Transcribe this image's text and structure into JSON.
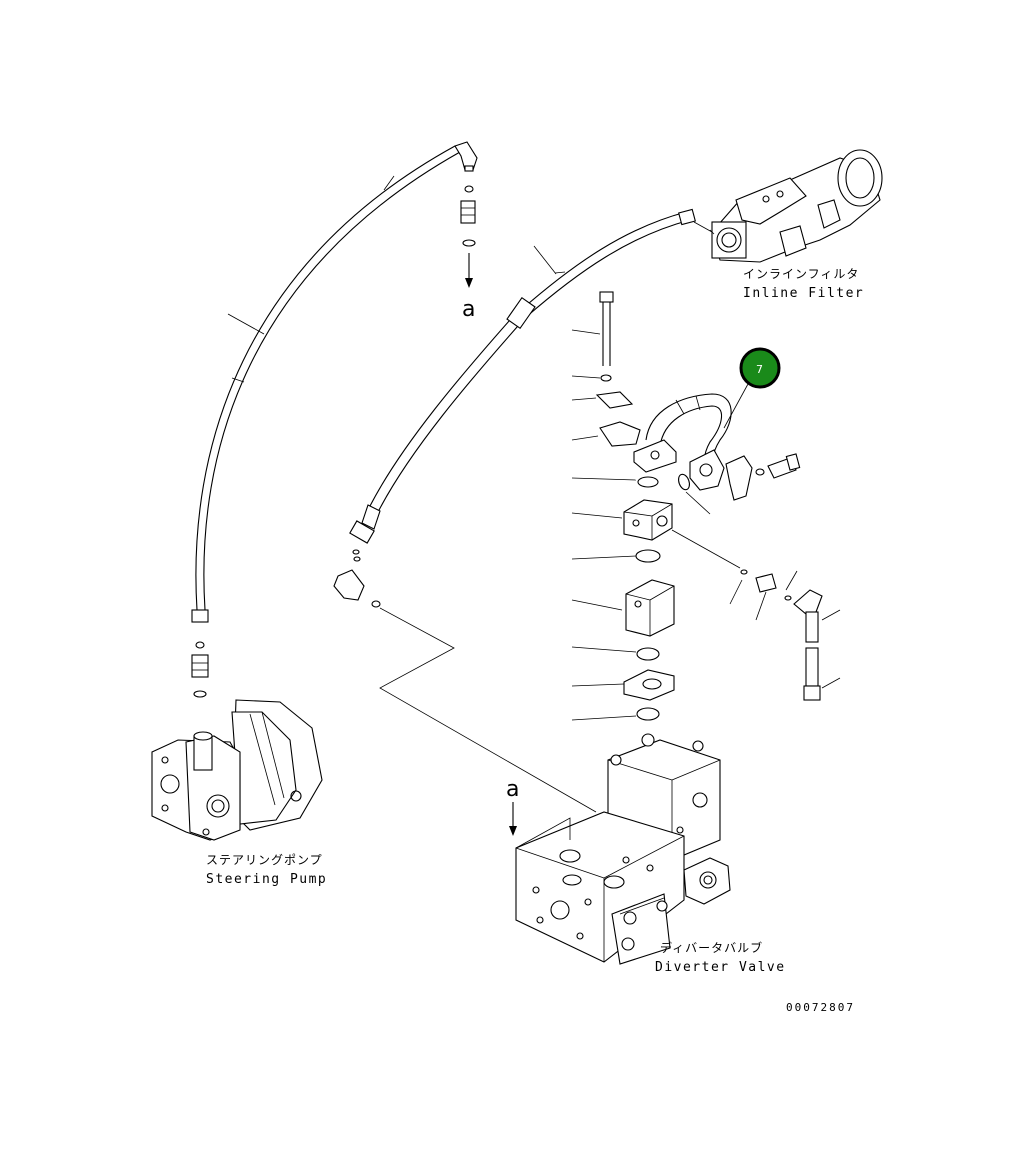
{
  "labels": {
    "inline_filter_jp": "インラインフィルタ",
    "inline_filter_en": "Inline Filter",
    "steering_pump_jp": "ステアリングポンプ",
    "steering_pump_en": "Steering Pump",
    "diverter_valve_jp": "ディバータバルブ",
    "diverter_valve_en": "Diverter Valve",
    "view_marker_top": "a",
    "view_marker_bottom": "a",
    "figure_number": "00072807"
  },
  "callout": {
    "number": "7",
    "color": "#1a8a1a",
    "border_color": "#000000"
  }
}
